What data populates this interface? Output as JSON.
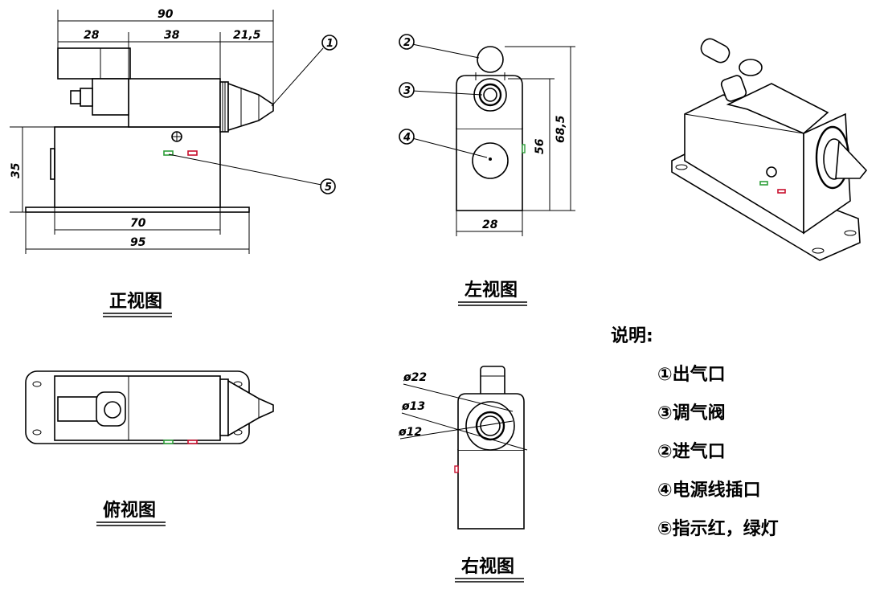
{
  "front_view": {
    "title": "正视图",
    "dims": {
      "overall_top": "90",
      "seg1": "28",
      "seg2": "38",
      "seg3": "21,5",
      "height": "35",
      "width_lower": "70",
      "width_base": "95"
    },
    "balloons": [
      "1",
      "5"
    ]
  },
  "left_view": {
    "title": "左视图",
    "dims": {
      "height_total": "68,5",
      "height_body": "56",
      "width": "28"
    },
    "balloons": [
      "2",
      "3",
      "4"
    ]
  },
  "top_view": {
    "title": "俯视图"
  },
  "right_view": {
    "title": "右视图",
    "dims": {
      "d22": "ø22",
      "d13": "ø13",
      "d12": "ø12"
    }
  },
  "legend": {
    "title": "说明:",
    "items": [
      "①出气口",
      "③调气阀",
      "②进气口",
      "④电源线插口",
      "⑤指示红，绿灯"
    ]
  },
  "colors": {
    "line": "#000000",
    "led_green": "#2e9e3a",
    "led_red": "#c8102e"
  }
}
